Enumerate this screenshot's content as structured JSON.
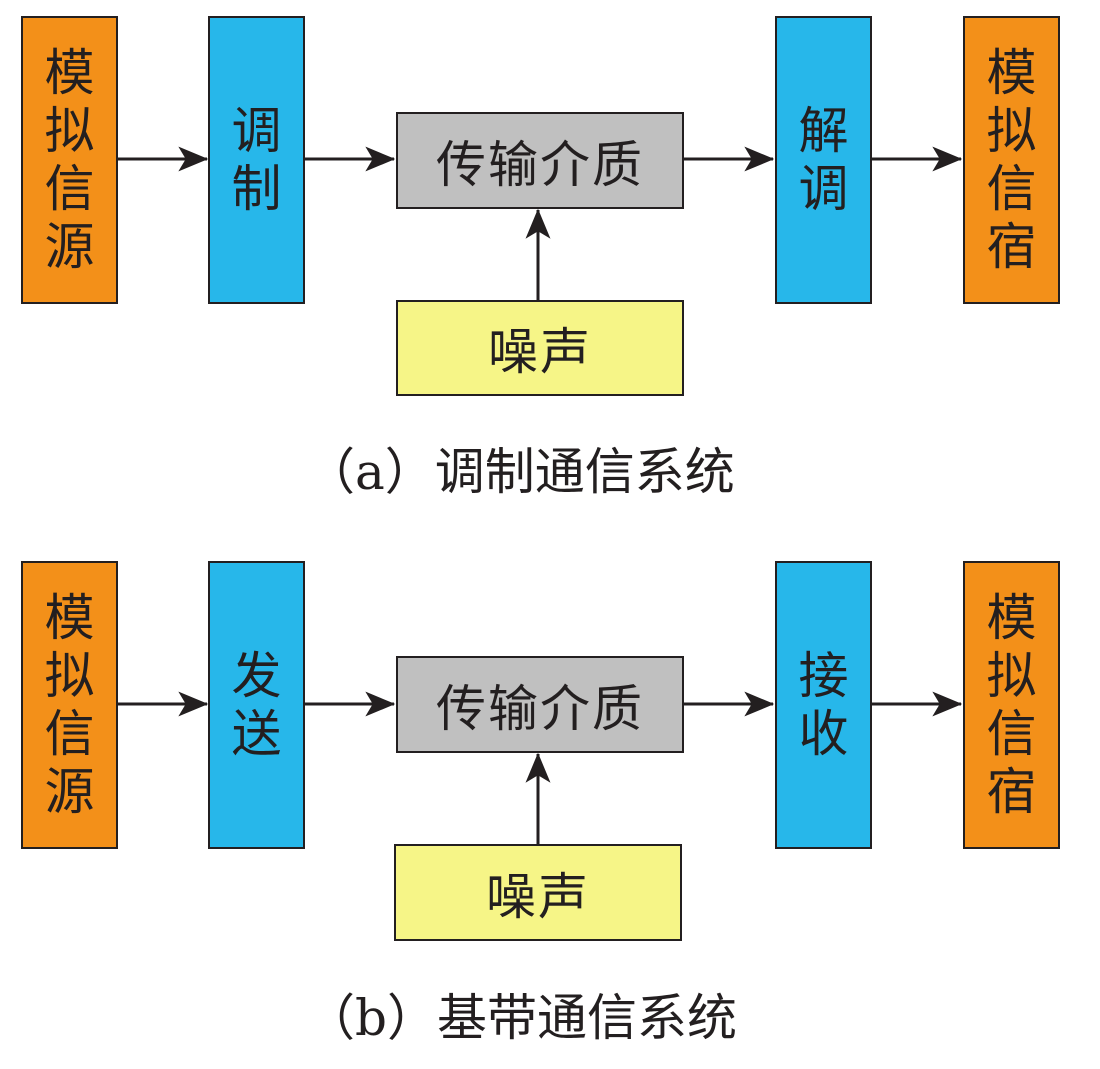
{
  "colors": {
    "source": "#f39019",
    "process": "#27b7ea",
    "medium": "#c0c0c0",
    "noise": "#f6f587",
    "line": "#231f20"
  },
  "diagram_a": {
    "source": "模拟信源",
    "tx": "调制",
    "medium": "传输介质",
    "noise": "噪声",
    "rx": "解调",
    "sink": "模拟信宿",
    "caption": "（a）调制通信系统"
  },
  "diagram_b": {
    "source": "模拟信源",
    "tx": "发送",
    "medium": "传输介质",
    "noise": "噪声",
    "rx": "接收",
    "sink": "模拟信宿",
    "caption": "（b）基带通信系统"
  }
}
